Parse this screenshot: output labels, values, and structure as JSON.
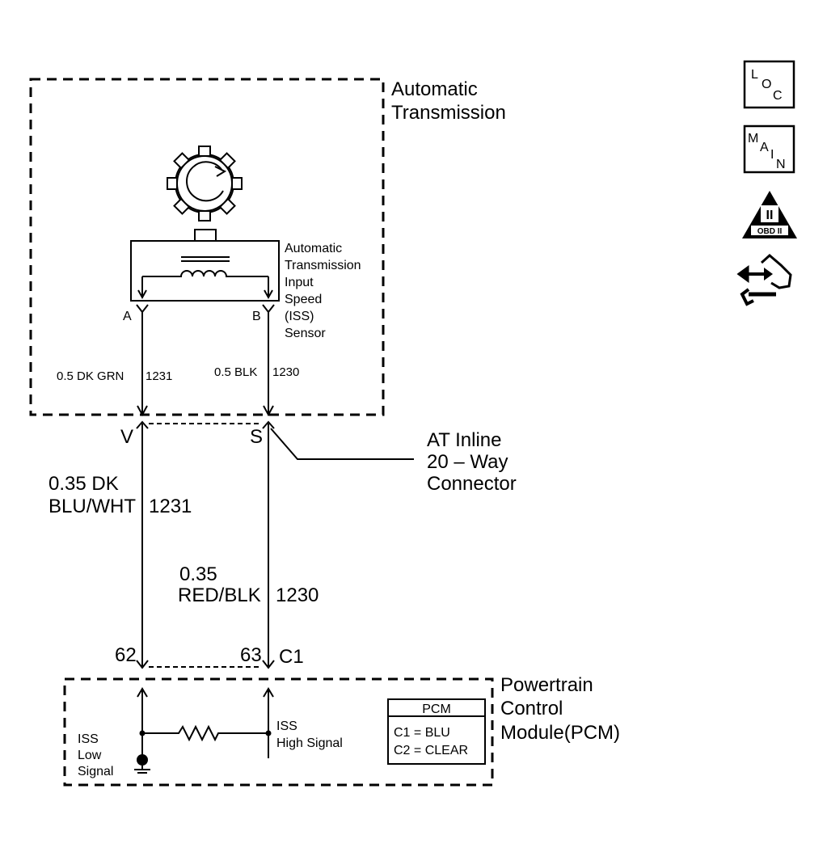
{
  "transmission": {
    "title_line1": "Automatic",
    "title_line2": "Transmission",
    "sensor_line1": "Automatic",
    "sensor_line2": "Transmission",
    "sensor_line3": "Input",
    "sensor_line4": "Speed",
    "sensor_line5": "(ISS)",
    "sensor_line6": "Sensor",
    "pin_a": "A",
    "pin_b": "B"
  },
  "wires_upper": {
    "left_label": "0.5 DK GRN",
    "left_circuit": "1231",
    "right_label": "0.5 BLK",
    "right_circuit": "1230"
  },
  "connector": {
    "pin_v": "V",
    "pin_s": "S",
    "name_line1": "AT Inline",
    "name_line2": "20 – Way",
    "name_line3": "Connector"
  },
  "wires_lower": {
    "left_label_line1": "0.35 DK",
    "left_label_line2": "BLU/WHT",
    "left_circuit": "1231",
    "right_label_line1": "0.35",
    "right_label_line2": "RED/BLK",
    "right_circuit": "1230"
  },
  "pcm_connector": {
    "pin_left": "62",
    "pin_right": "63",
    "connector_id": "C1"
  },
  "pcm": {
    "title_line1": "Powertrain",
    "title_line2": "Control",
    "title_line3": "Module(PCM)",
    "low_line1": "ISS",
    "low_line2": "Low",
    "low_line3": "Signal",
    "high_line1": "ISS",
    "high_line2": "High Signal",
    "legend_header": "PCM",
    "legend_c1": "C1 = BLU",
    "legend_c2": "C2 = CLEAR"
  },
  "side_icons": {
    "loc_icon": "L O C",
    "main_icon": "M A I N",
    "obd_symbol": "II",
    "obd_label": "OBD II",
    "tools_icon": "connector-and-wrench"
  }
}
